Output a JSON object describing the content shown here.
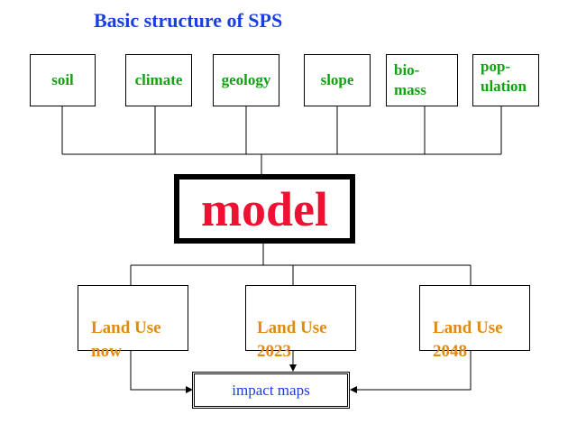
{
  "title": "Basic structure of SPS",
  "inputs": [
    {
      "id": "soil",
      "label": "soil"
    },
    {
      "id": "climate",
      "label": "climate"
    },
    {
      "id": "geology",
      "label": "geology"
    },
    {
      "id": "slope",
      "label": "slope"
    },
    {
      "id": "biomass",
      "label": "bio-\nmass"
    },
    {
      "id": "population",
      "label": "pop-\nulation"
    }
  ],
  "model": {
    "label": "model"
  },
  "outputs": [
    {
      "id": "now",
      "label": "Land Use\nnow"
    },
    {
      "id": "2023",
      "label": "Land Use\n2023"
    },
    {
      "id": "2048",
      "label": "Land Use\n2048"
    }
  ],
  "result": {
    "label": "impact maps"
  },
  "colors": {
    "title": "#1a3fe0",
    "inputs": "#13a013",
    "model": "#ee1133",
    "outputs": "#e08a10",
    "result": "#1a3fe0",
    "lines": "#000000"
  }
}
